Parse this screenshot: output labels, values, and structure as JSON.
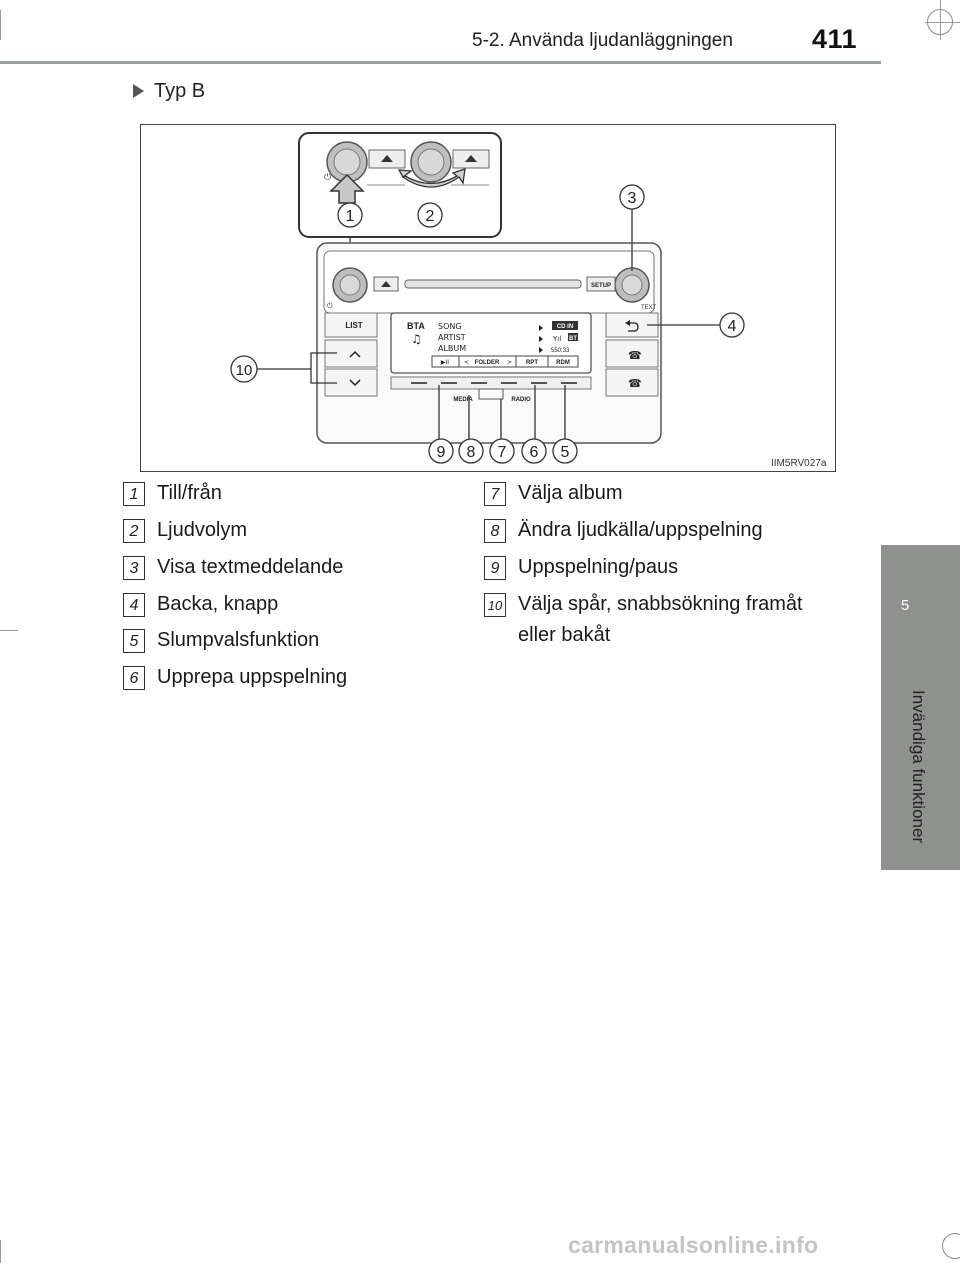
{
  "header": {
    "section": "5-2. Använda ljudanläggningen",
    "page_number": "411"
  },
  "side_tab": {
    "chapter": "5",
    "label": "Invändiga funktioner"
  },
  "subtitle": "Typ B",
  "figure": {
    "code": "IIM5RV027a",
    "callouts": [
      "1",
      "2",
      "3",
      "4",
      "5",
      "6",
      "7",
      "8",
      "9",
      "10"
    ],
    "buttons": {
      "list": "LIST",
      "setup": "SETUP",
      "text": "TEXT",
      "media": "MEDIA",
      "radio": "RADIO"
    },
    "display": {
      "song": "SONG",
      "artist": "ARTIST",
      "album": "ALBUM",
      "source": "CD IN",
      "time": "550:33",
      "bt": "BT",
      "play_pause": "▶II",
      "folder": "FOLDER",
      "rpt": "RPT",
      "rdm": "RDM"
    }
  },
  "legend": [
    {
      "num": "1",
      "text": "Till/från"
    },
    {
      "num": "2",
      "text": "Ljudvolym"
    },
    {
      "num": "3",
      "text": "Visa textmeddelande"
    },
    {
      "num": "4",
      "text": "Backa, knapp"
    },
    {
      "num": "5",
      "text": "Slumpvalsfunktion"
    },
    {
      "num": "6",
      "text": "Upprepa uppspelning"
    },
    {
      "num": "7",
      "text": "Välja album"
    },
    {
      "num": "8",
      "text": "Ändra ljudkälla/uppspelning"
    },
    {
      "num": "9",
      "text": "Uppspelning/paus"
    },
    {
      "num": "10",
      "text": "Välja spår, snabbsökning framåt eller bakåt"
    }
  ],
  "watermark": "carmanualsonline.info"
}
